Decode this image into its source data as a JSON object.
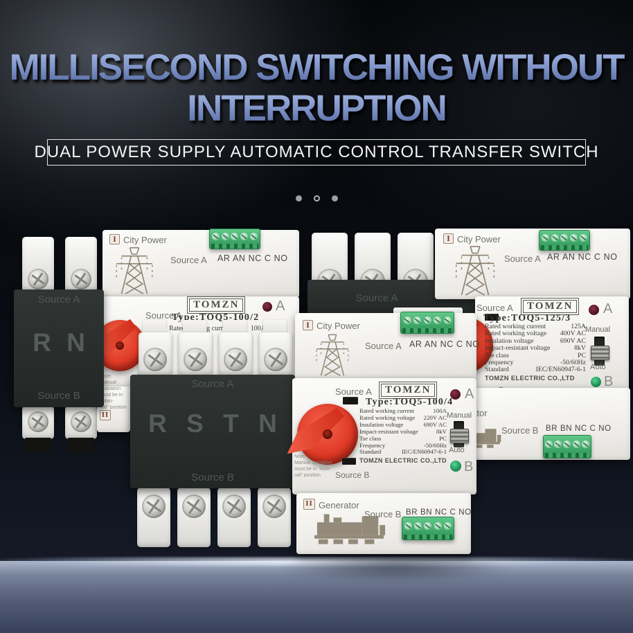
{
  "header": {
    "headline_line1": "MILLISECOND SWITCHING WITHOUT",
    "headline_line2": "INTERRUPTION",
    "subtitle": "DUAL POWER SUPPLY AUTOMATIC CONTROL TRANSFER SWITCH"
  },
  "shared": {
    "brand": "TOMZN",
    "company": "TOMZN ELECTRIC CO.,LTD",
    "city_power": "City Power",
    "generator": "Generator",
    "source_a": "Source A",
    "source_b": "Source B",
    "terminals_top": "AR AN NC C NO",
    "terminals_bottom": "BR BN NC C NO",
    "sec1": "I",
    "sec2": "II",
    "manual": "Manual",
    "auto": "Auto",
    "led_a": "A",
    "led_b": "B",
    "note": {
      "l1": "Note:",
      "l2": "Manual oparation",
      "l3": "must be in \"Man-",
      "l4": "ual\" position"
    }
  },
  "devices": {
    "left": {
      "type": "Type:TOQ5-100/2",
      "letters": [
        "R",
        "N"
      ],
      "specs": [
        {
          "label": "Rated working current",
          "value": "100A"
        }
      ]
    },
    "right": {
      "type": "Type:TOQ5-125/3",
      "specs": [
        {
          "label": "Rated working current",
          "value": "125A"
        },
        {
          "label": "Rated working voltage",
          "value": "400V AC"
        },
        {
          "label": "Insulation voltage",
          "value": "690V AC"
        },
        {
          "label": "Impact-resistant voltage",
          "value": "8kV"
        },
        {
          "label": "Tse class",
          "value": "PC"
        },
        {
          "label": "Frequency",
          "value": "-50/60Hz"
        },
        {
          "label": "Standard",
          "value": "IEC/EN60947-6-1"
        }
      ]
    },
    "middle": {
      "type": "Type:TOQ5-100/4",
      "letters": [
        "R",
        "S",
        "T",
        "N"
      ],
      "specs": [
        {
          "label": "Rated working current",
          "value": "100A"
        },
        {
          "label": "Rated working voltage",
          "value": "220V AC"
        },
        {
          "label": "Insulation voltage",
          "value": "690V AC"
        },
        {
          "label": "Impact-resistant voltage",
          "value": "8kV"
        },
        {
          "label": "Tse class",
          "value": "PC"
        },
        {
          "label": "Frequency",
          "value": "-50/60Hz"
        },
        {
          "label": "Standard",
          "value": "IEC/EN60947-6-1"
        }
      ]
    }
  },
  "colors": {
    "headline_blue": "#8398cb",
    "handle_red": "#e03a26",
    "terminal_green": "#3fa968",
    "led_b_green": "#17854b"
  }
}
